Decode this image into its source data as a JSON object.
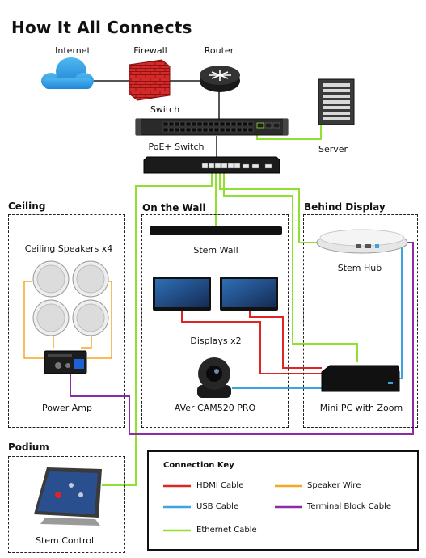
{
  "title": "How It All Connects",
  "labels": {
    "internet": "Internet",
    "firewall": "Firewall",
    "router": "Router",
    "switch": "Switch",
    "server": "Server",
    "poe_switch": "PoE+ Switch"
  },
  "sections": {
    "ceiling": {
      "title": "Ceiling",
      "speakers": "Ceiling Speakers x4",
      "amp": "Power Amp"
    },
    "wall": {
      "title": "On the Wall",
      "stem_wall": "Stem Wall",
      "displays": "Displays x2",
      "camera": "AVer CAM520 PRO"
    },
    "behind": {
      "title": "Behind Display",
      "hub": "Stem Hub",
      "minipc": "Mini PC with Zoom"
    },
    "podium": {
      "title": "Podium",
      "control": "Stem Control"
    }
  },
  "key": {
    "title": "Connection Key",
    "items": [
      {
        "label": "HDMI Cable",
        "color": "#e02424"
      },
      {
        "label": "Speaker Wire",
        "color": "#f5a623"
      },
      {
        "label": "USB Cable",
        "color": "#3aa6dd"
      },
      {
        "label": "Terminal Block Cable",
        "color": "#8e2aa8"
      },
      {
        "label": "Ethernet Cable",
        "color": "#8fe030"
      }
    ]
  }
}
